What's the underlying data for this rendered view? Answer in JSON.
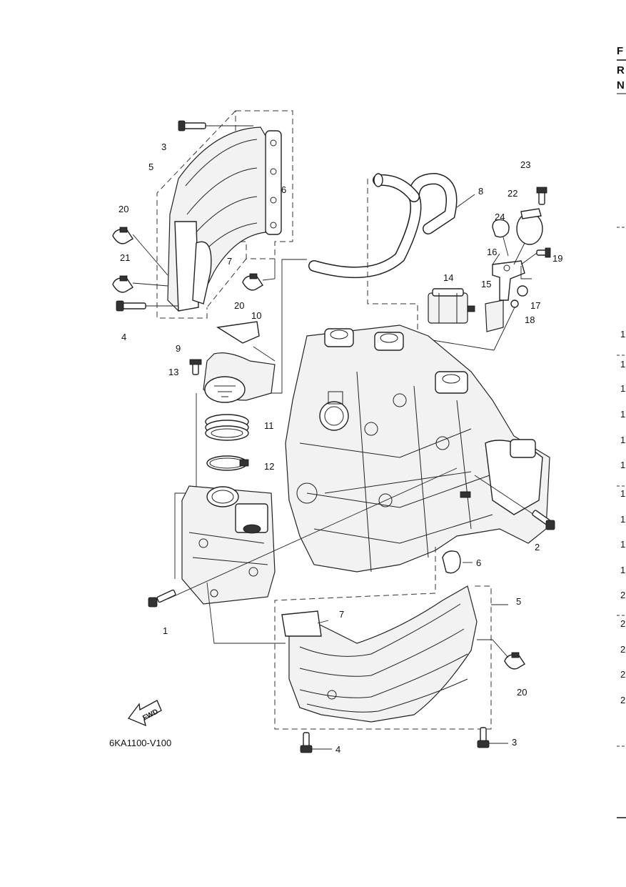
{
  "diagram": {
    "code": "6KA1100-V100",
    "fwd_label": "FWD",
    "callouts": [
      {
        "key": "c3a",
        "label": "3"
      },
      {
        "key": "c5a",
        "label": "5"
      },
      {
        "key": "c6a",
        "label": "6"
      },
      {
        "key": "c20a",
        "label": "20"
      },
      {
        "key": "c21",
        "label": "21"
      },
      {
        "key": "c7a",
        "label": "7"
      },
      {
        "key": "c20b",
        "label": "20"
      },
      {
        "key": "c4a",
        "label": "4"
      },
      {
        "key": "c10",
        "label": "10"
      },
      {
        "key": "c9",
        "label": "9"
      },
      {
        "key": "c13",
        "label": "13"
      },
      {
        "key": "c11",
        "label": "11"
      },
      {
        "key": "c12",
        "label": "12"
      },
      {
        "key": "c8",
        "label": "8"
      },
      {
        "key": "c23",
        "label": "23"
      },
      {
        "key": "c22",
        "label": "22"
      },
      {
        "key": "c24",
        "label": "24"
      },
      {
        "key": "c16",
        "label": "16"
      },
      {
        "key": "c19",
        "label": "19"
      },
      {
        "key": "c14",
        "label": "14"
      },
      {
        "key": "c15",
        "label": "15"
      },
      {
        "key": "c17",
        "label": "17"
      },
      {
        "key": "c18",
        "label": "18"
      },
      {
        "key": "c2",
        "label": "2"
      },
      {
        "key": "c6b",
        "label": "6"
      },
      {
        "key": "c5b",
        "label": "5"
      },
      {
        "key": "c7b",
        "label": "7"
      },
      {
        "key": "c1",
        "label": "1"
      },
      {
        "key": "c20c",
        "label": "20"
      },
      {
        "key": "c3b",
        "label": "3"
      },
      {
        "key": "c4b",
        "label": "4"
      }
    ]
  },
  "edge_text": {
    "header_letters": [
      "F",
      "R",
      "N"
    ],
    "row_digits": [
      "1",
      "1",
      "1",
      "1",
      "1",
      "1",
      "1",
      "1",
      "1",
      "1",
      "2",
      "2",
      "2",
      "2",
      "2"
    ]
  }
}
